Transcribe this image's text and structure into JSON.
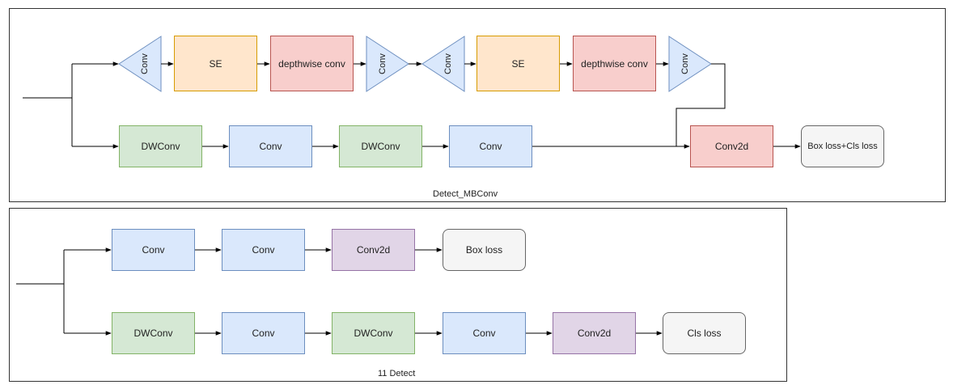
{
  "colors": {
    "green": {
      "fill": "#d5e8d4",
      "stroke": "#82b366"
    },
    "blue": {
      "fill": "#dae8fc",
      "stroke": "#6c8ebf"
    },
    "orange": {
      "fill": "#ffe6cc",
      "stroke": "#d79b00"
    },
    "red": {
      "fill": "#f8cecc",
      "stroke": "#b85450"
    },
    "purple": {
      "fill": "#e1d5e7",
      "stroke": "#9673a6"
    },
    "gray": {
      "fill": "#f5f5f5",
      "stroke": "#666666"
    }
  },
  "top": {
    "caption": "Detect_MBConv",
    "upper_row": {
      "conv_1": "Conv",
      "se_1": "SE",
      "dw_1": "depthwise conv",
      "conv_2": "Conv",
      "conv_3": "Conv",
      "se_2": "SE",
      "dw_2": "depthwise conv",
      "conv_4": "Conv"
    },
    "lower_row": {
      "dwconv_1": "DWConv",
      "conv_1": "Conv",
      "dwconv_2": "DWConv",
      "conv_2": "Conv"
    },
    "conv2d": "Conv2d",
    "loss": "Box loss+Cls loss"
  },
  "bottom": {
    "caption": "11 Detect",
    "box_row": {
      "conv_1": "Conv",
      "conv_2": "Conv",
      "conv2d": "Conv2d",
      "loss": "Box loss"
    },
    "cls_row": {
      "dwconv_1": "DWConv",
      "conv_1": "Conv",
      "dwconv_2": "DWConv",
      "conv_2": "Conv",
      "conv2d": "Conv2d",
      "loss": "Cls loss"
    }
  }
}
